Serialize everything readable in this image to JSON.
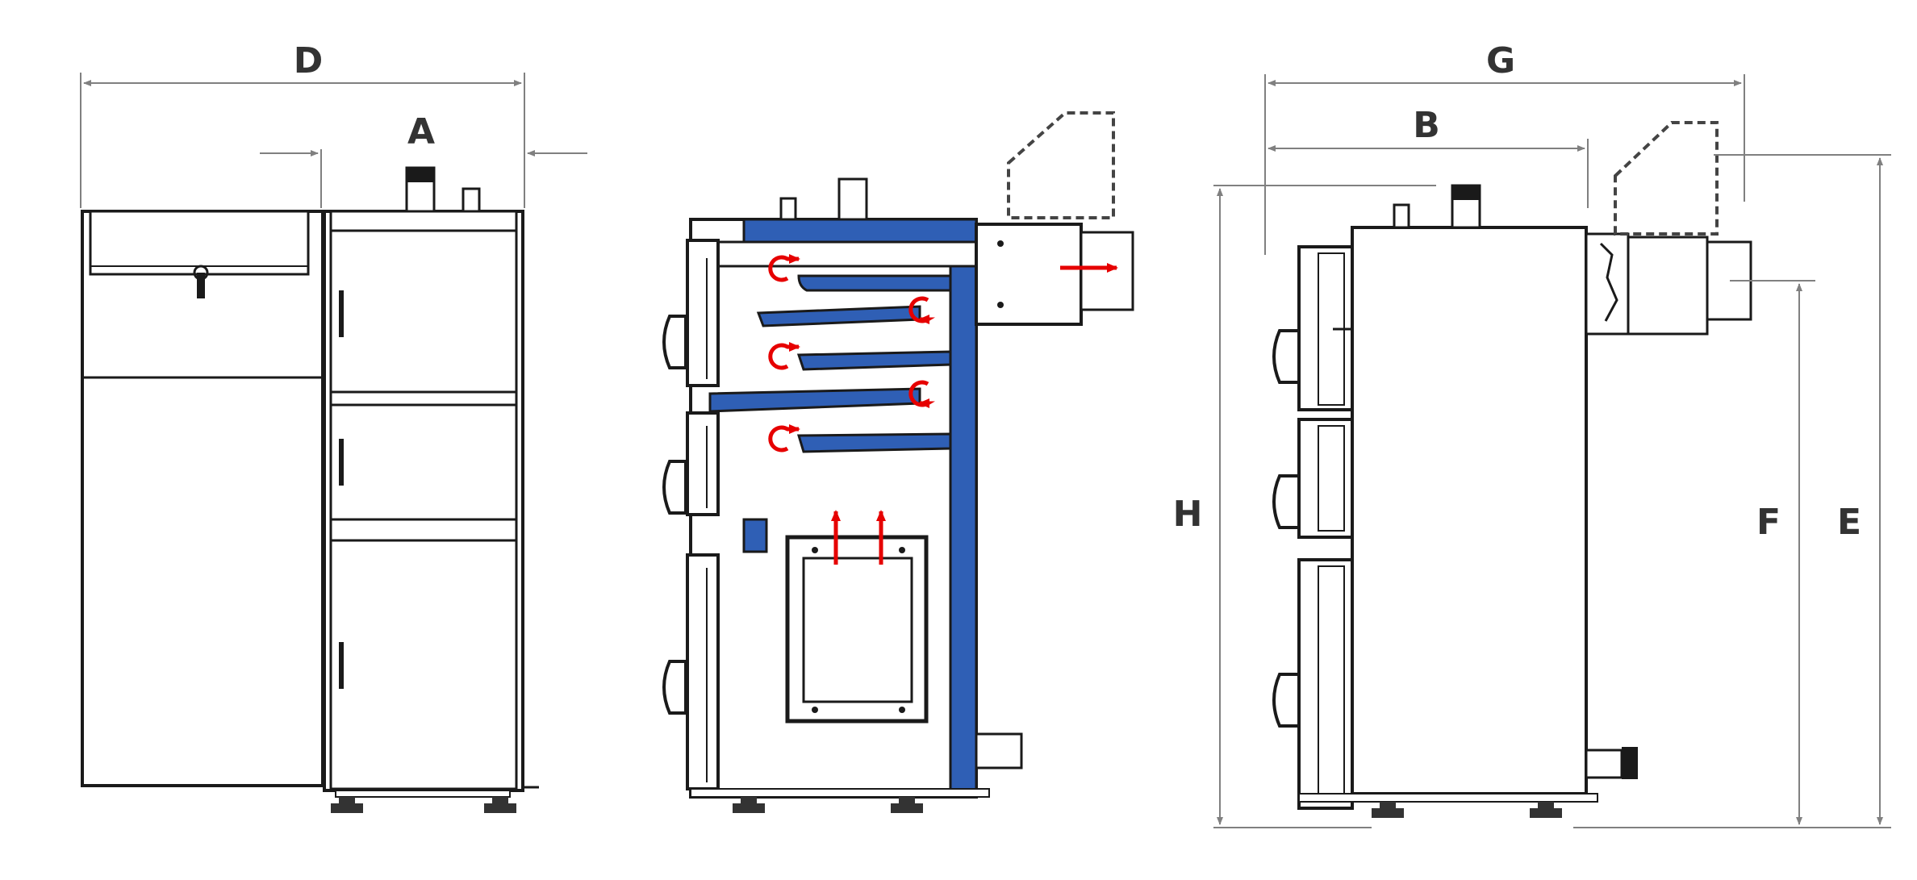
{
  "labels": {
    "D": "D",
    "A": "A",
    "G": "G",
    "B": "B",
    "H": "H",
    "F": "F",
    "E": "E"
  },
  "colors": {
    "water_jacket": "#2f5fb5",
    "flow_arrows": "#e60000",
    "dimension_lines": "#808080",
    "outline": "#1a1a1a"
  },
  "icons": {
    "flow_turn": "curved-arrow-icon",
    "flow_up": "up-arrow-icon",
    "flow_out": "right-arrow-icon"
  }
}
